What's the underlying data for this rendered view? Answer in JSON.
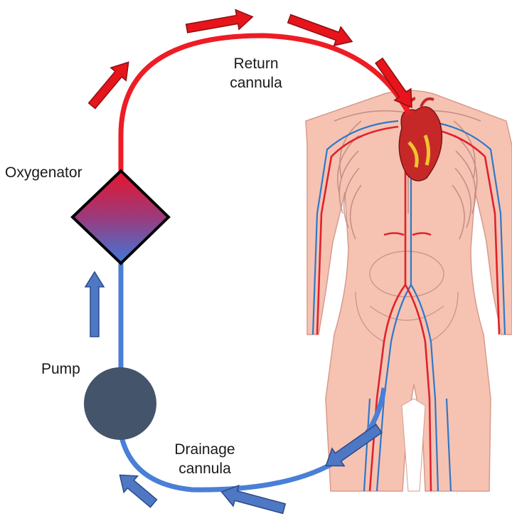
{
  "labels": {
    "return_cannula": [
      "Return",
      "cannula"
    ],
    "oxygenator": "Oxygenator",
    "pump": "Pump",
    "drainage_cannula": [
      "Drainage",
      "cannula"
    ]
  },
  "colors": {
    "oxygenated": "#ee1c24",
    "deoxygenated": "#4a7fd6",
    "arrow_red": "#e8141c",
    "arrow_blue": "#4f78c4",
    "pump": "#44546a",
    "skin": "#f6c3b3",
    "skin_outline": "#d89a8a",
    "heart": "#c0392b"
  },
  "icons": [
    "oxygenator-diamond",
    "pump-circle",
    "human-body-illustration",
    "heart-icon",
    "flow-arrow-icon"
  ]
}
